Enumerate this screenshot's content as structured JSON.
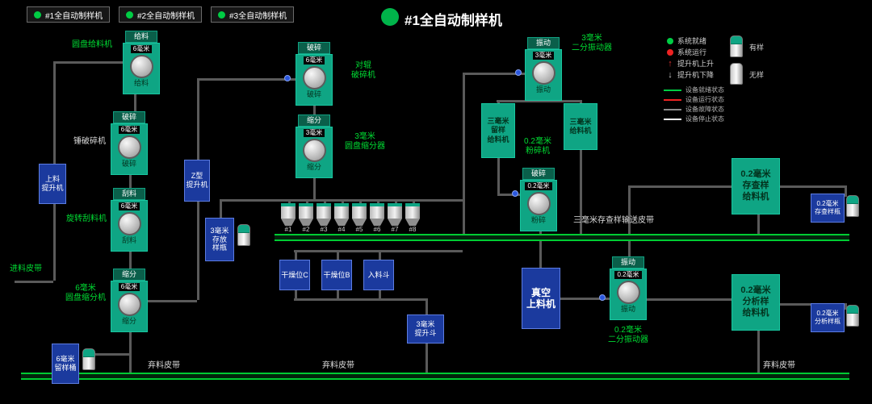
{
  "tabs": [
    {
      "label": "#1全自动制样机"
    },
    {
      "label": "#2全自动制样机"
    },
    {
      "label": "#3全自动制样机"
    }
  ],
  "header": {
    "title": "#1全自动制样机"
  },
  "legend": {
    "status_items": [
      {
        "label": "系统就绪",
        "color": "#00cc44"
      },
      {
        "label": "系统运行",
        "color": "#ee2222"
      },
      {
        "label": "提升机上升",
        "symbol": "up-arrow"
      },
      {
        "label": "提升机下降",
        "symbol": "down-arrow"
      }
    ],
    "line_states": [
      {
        "label": "设备就绪状态",
        "color": "#00cc44"
      },
      {
        "label": "设备运行状态",
        "color": "#ee2222"
      },
      {
        "label": "设备故障状态",
        "color": "#8a8a8a"
      },
      {
        "label": "设备停止状态",
        "color": "#ffffff"
      }
    ],
    "sample_states": [
      {
        "label": "有样"
      },
      {
        "label": "无样"
      }
    ]
  },
  "machines": [
    {
      "header": "给料",
      "chip": "6毫米",
      "bottom": "给料"
    },
    {
      "header": "破碎",
      "chip": "6毫米",
      "bottom": "破碎"
    },
    {
      "header": "刮料",
      "chip": "6毫米",
      "bottom": "刮料"
    },
    {
      "header": "缩分",
      "chip": "6毫米",
      "bottom": "缩分"
    },
    {
      "header": "破碎",
      "chip": "6毫米",
      "bottom": "破碎"
    },
    {
      "header": "缩分",
      "chip": "3毫米",
      "bottom": "缩分"
    },
    {
      "header": "振动",
      "chip": "3毫米",
      "bottom": "振动"
    },
    {
      "header": "破碎",
      "chip": "0.2毫米",
      "bottom": "粉碎"
    },
    {
      "header": "振动",
      "chip": "0.2毫米",
      "bottom": "振动"
    }
  ],
  "blue_boxes": [
    {
      "label": "上料\n提升机"
    },
    {
      "label": "Z型\n提升机"
    },
    {
      "label": "3毫米\n存放\n样瓶"
    },
    {
      "label": "干燥位C"
    },
    {
      "label": "干燥位B"
    },
    {
      "label": "入料斗"
    },
    {
      "label": "3毫米\n提升斗"
    },
    {
      "label": "真空\n上料机"
    },
    {
      "label": "0.2毫米\n存查样瓶"
    },
    {
      "label": "0.2毫米\n分析样瓶"
    },
    {
      "label": "6毫米\n留样桶"
    }
  ],
  "teal_boxes": [
    {
      "label": "三毫米\n留样\n给料机"
    },
    {
      "label": "三毫米\n给料机"
    },
    {
      "label": "0.2毫米\n存查样\n给料机"
    },
    {
      "label": "0.2毫米\n分析样\n给料机"
    }
  ],
  "labels": [
    {
      "text": "圆盘给料机"
    },
    {
      "text": "锤破碎机"
    },
    {
      "text": "旋转刮料机"
    },
    {
      "text": "6毫米\n圆盘缩分机"
    },
    {
      "text": "进料皮带"
    },
    {
      "text": "对辊\n破碎机"
    },
    {
      "text": "3毫米\n圆盘缩分器"
    },
    {
      "text": "3毫米\n二分振动器"
    },
    {
      "text": "0.2毫米\n粉碎机"
    },
    {
      "text": "0.2毫米\n二分振动器"
    },
    {
      "text": "三毫米存查样输送皮带"
    },
    {
      "text": "弃料皮带"
    },
    {
      "text": "弃料皮带"
    },
    {
      "text": "弃料皮带"
    }
  ],
  "hoppers": [
    "#1",
    "#2",
    "#3",
    "#4",
    "#5",
    "#6",
    "#7",
    "#8"
  ]
}
